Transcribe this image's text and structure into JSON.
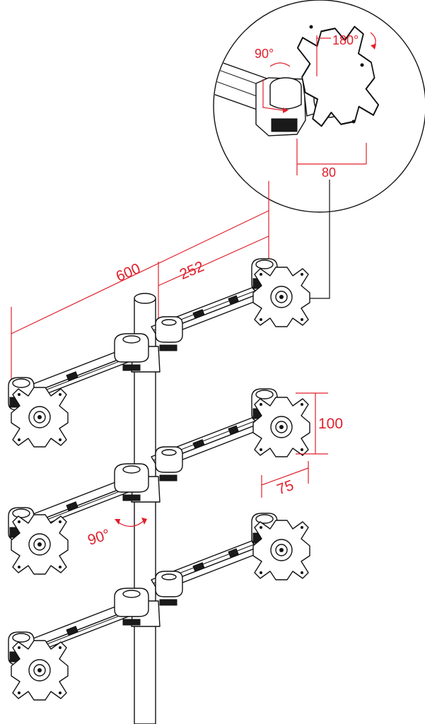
{
  "colors": {
    "dimension": "#e0202c",
    "line": "#111111",
    "background": "#ffffff"
  },
  "dimensions": {
    "total_width": "600",
    "arm_offset": "252",
    "vesa_vertical": "100",
    "vesa_horizontal": "75",
    "head_offset": "80",
    "tilt_angle": "90°",
    "rotation_angle": "180°",
    "swivel_angle": "90°"
  }
}
